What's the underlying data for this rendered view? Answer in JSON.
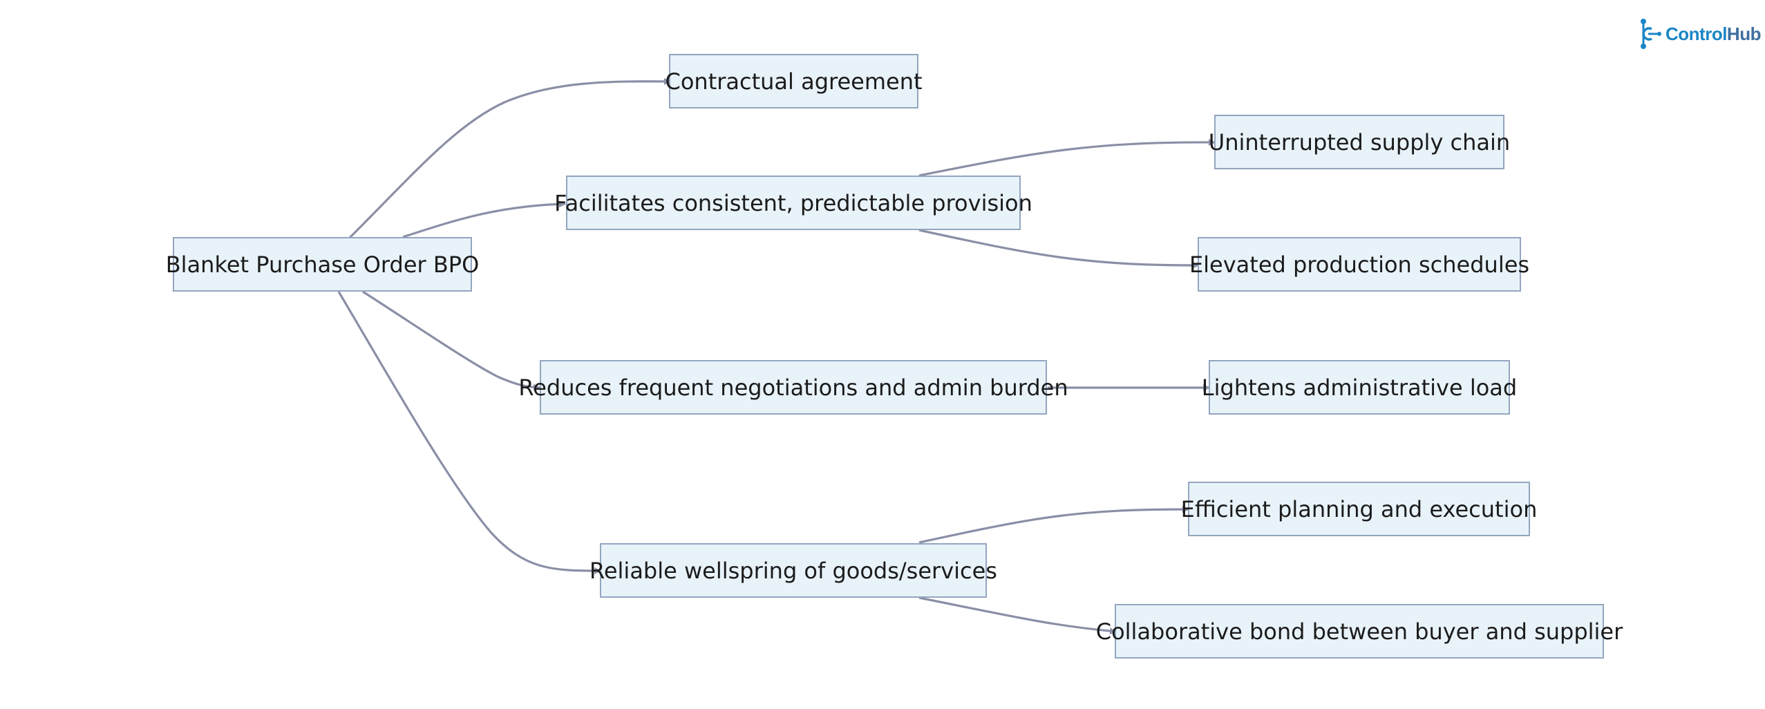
{
  "logo": {
    "part1": "Control",
    "part2": "Hub",
    "color_primary": "#1b86c6",
    "color_secondary": "#3f6fa0"
  },
  "diagram": {
    "type": "flowchart-left-right",
    "colors": {
      "node_fill": "#e8f2f9",
      "node_border": "#93a6bf",
      "edge": "#8a8fa6"
    },
    "nodes": [
      {
        "id": "bpo",
        "label": "Blanket Purchase Order BPO"
      },
      {
        "id": "contract",
        "label": "Contractual agreement"
      },
      {
        "id": "facilitates",
        "label": "Facilitates consistent, predictable provision"
      },
      {
        "id": "reduces",
        "label": "Reduces frequent negotiations and admin burden"
      },
      {
        "id": "reliable",
        "label": "Reliable wellspring of goods/services"
      },
      {
        "id": "supply",
        "label": "Uninterrupted supply chain"
      },
      {
        "id": "production",
        "label": "Elevated production schedules"
      },
      {
        "id": "lightens",
        "label": "Lightens administrative load"
      },
      {
        "id": "planning",
        "label": "Efficient planning and execution"
      },
      {
        "id": "bond",
        "label": "Collaborative bond between buyer and supplier"
      }
    ],
    "edges": [
      {
        "from": "bpo",
        "to": "contract"
      },
      {
        "from": "bpo",
        "to": "facilitates"
      },
      {
        "from": "bpo",
        "to": "reduces"
      },
      {
        "from": "bpo",
        "to": "reliable"
      },
      {
        "from": "facilitates",
        "to": "supply"
      },
      {
        "from": "facilitates",
        "to": "production"
      },
      {
        "from": "reduces",
        "to": "lightens"
      },
      {
        "from": "reliable",
        "to": "planning"
      },
      {
        "from": "reliable",
        "to": "bond"
      }
    ]
  }
}
